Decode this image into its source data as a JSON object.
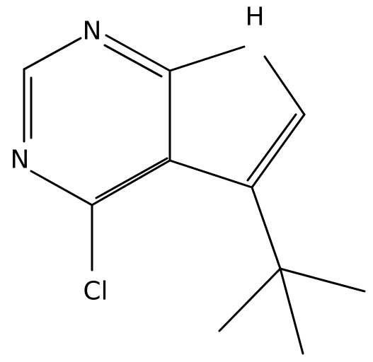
{
  "molecule": {
    "atoms": {
      "n1": "N",
      "n3": "N",
      "n7": "H",
      "cl": "Cl"
    }
  },
  "colors": {
    "bond": "#000000",
    "label": "#000000",
    "background": "#ffffff"
  }
}
